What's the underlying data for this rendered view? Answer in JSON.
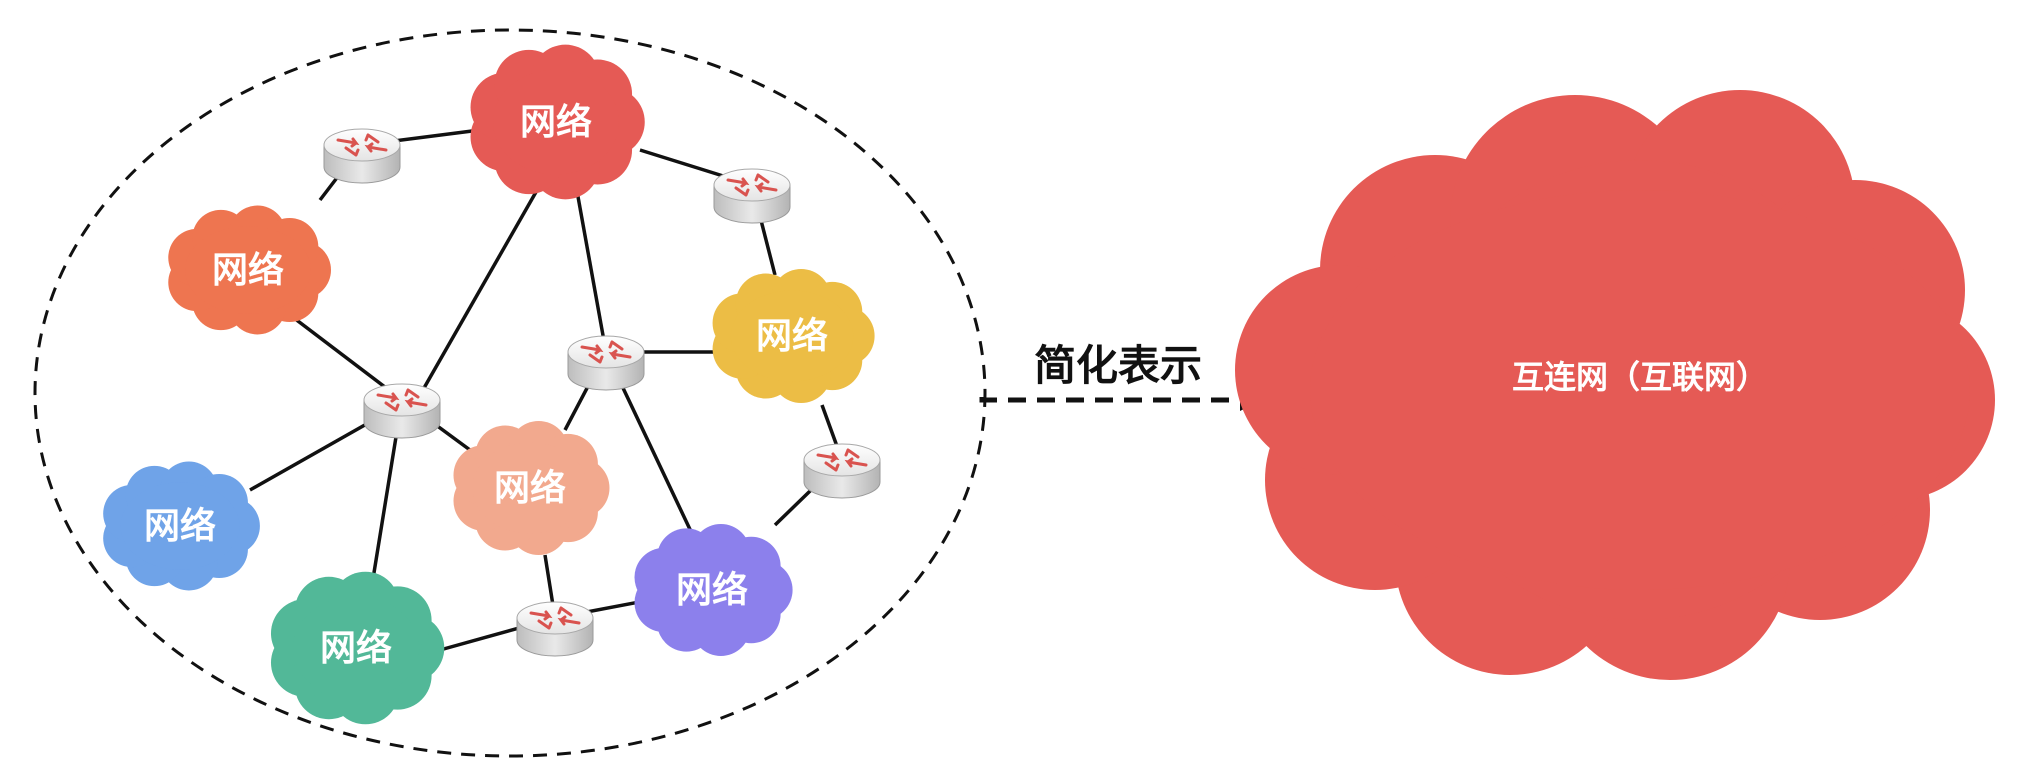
{
  "diagram": {
    "networks": [
      {
        "id": "top",
        "label": "网络",
        "color": "#E55A55"
      },
      {
        "id": "left",
        "label": "网络",
        "color": "#EE7550"
      },
      {
        "id": "right",
        "label": "网络",
        "color": "#ECBD45"
      },
      {
        "id": "center",
        "label": "网络",
        "color": "#F2A98E"
      },
      {
        "id": "bottom-left",
        "label": "网络",
        "color": "#6FA3E8"
      },
      {
        "id": "bottom-green",
        "label": "网络",
        "color": "#52B898"
      },
      {
        "id": "bottom-purple",
        "label": "网络",
        "color": "#8C80EC"
      }
    ],
    "arrow_label": "简化表示",
    "internet": {
      "label": "互连网（互联网）",
      "color": "#E55A55"
    },
    "router_icon": "router-icon"
  }
}
